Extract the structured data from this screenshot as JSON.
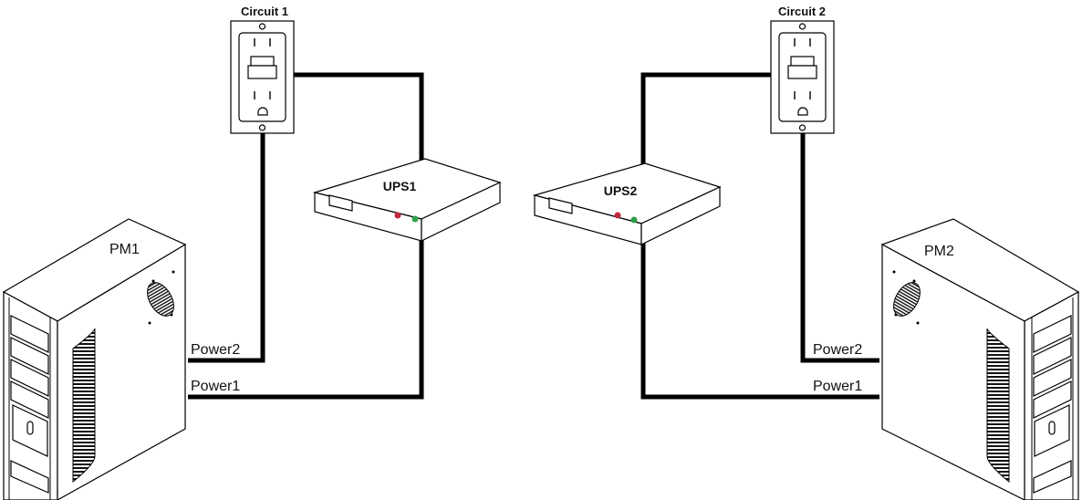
{
  "outlets": [
    {
      "label": "Circuit 1"
    },
    {
      "label": "Circuit 2"
    }
  ],
  "ups": [
    {
      "label": "UPS1"
    },
    {
      "label": "UPS2"
    }
  ],
  "servers": [
    {
      "label": "PM1",
      "power2_label": "Power2",
      "power1_label": "Power1"
    },
    {
      "label": "PM2",
      "power2_label": "Power2",
      "power1_label": "Power1"
    }
  ],
  "colors": {
    "cable": "#000000",
    "led_red": "#c0283c",
    "led_green": "#2fa04a"
  }
}
